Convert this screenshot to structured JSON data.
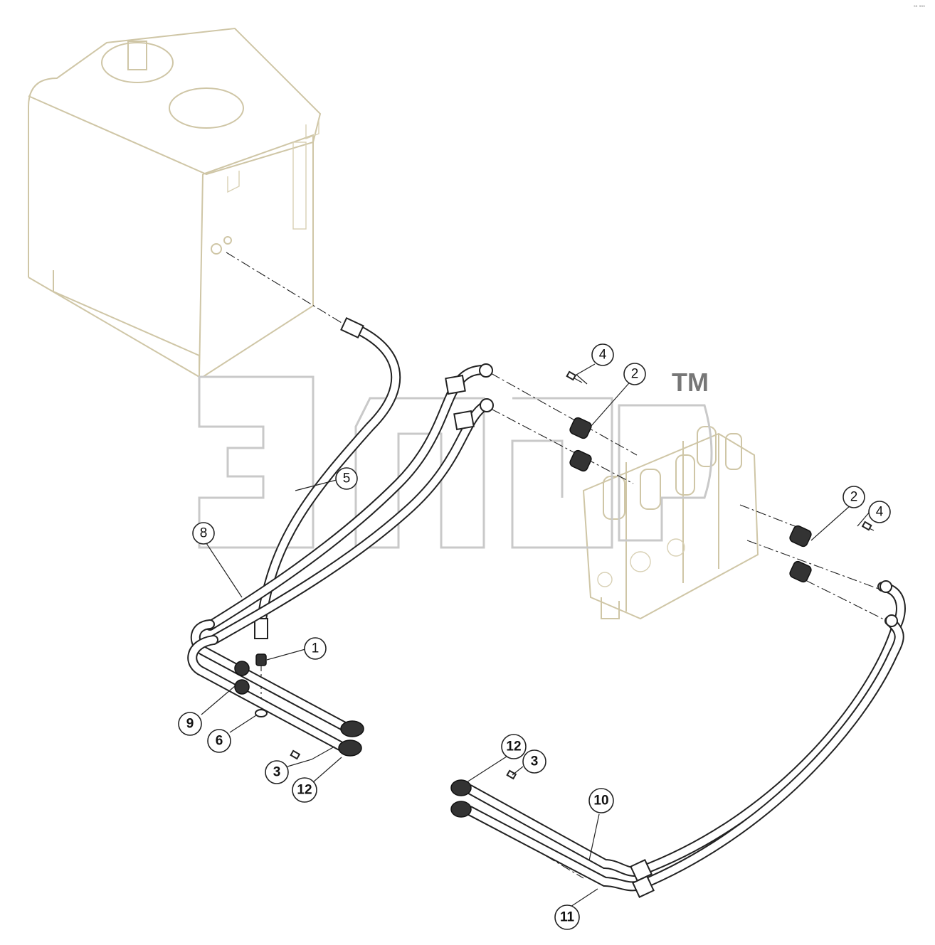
{
  "callouts": [
    {
      "label": "4"
    },
    {
      "label": "2"
    },
    {
      "label": "5"
    },
    {
      "label": "8"
    },
    {
      "label": "2"
    },
    {
      "label": "4"
    },
    {
      "label": "1"
    },
    {
      "label": "9"
    },
    {
      "label": "6"
    },
    {
      "label": "3"
    },
    {
      "label": "12"
    },
    {
      "label": "12"
    },
    {
      "label": "3"
    },
    {
      "label": "10"
    },
    {
      "label": "11"
    }
  ],
  "watermark": {
    "trademark": "TM"
  },
  "corner_mark": {
    "text": "ᵃᵃ ᵃᵃᵃ"
  },
  "colors": {
    "line": "#222222",
    "ghost": "#cfc6a6",
    "watermark": "#c9c9c9"
  }
}
